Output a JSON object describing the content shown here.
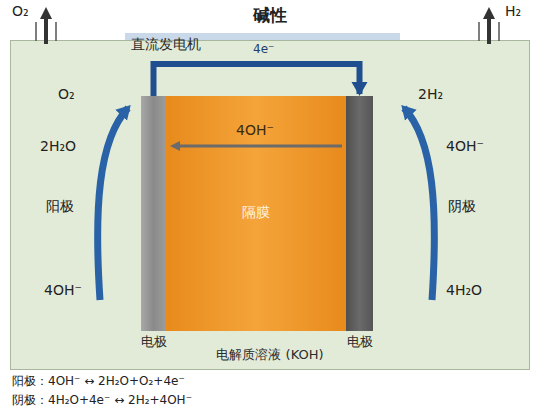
{
  "diagram": {
    "title": "碱性",
    "nodes": [
      {
        "text": [
          "直流发电机",
          "4e⁻"
        ]
      },
      {
        "text": [
          "电解质溶液 (KOH)"
        ]
      },
      {
        "text": [
          "电极"
        ],
        "in": 1
      },
      {
        "text": [
          "隔膜"
        ],
        "in": 1
      },
      {
        "text": [
          "电极"
        ],
        "in": 1
      }
    ],
    "edges": [
      {
        "from": 2,
        "to": 4,
        "arrow": "to"
      }
    ],
    "labels": [
      "O₂",
      "H₂",
      "O₂",
      "2H₂O",
      "阳极",
      "4OH⁻",
      "4OH⁻",
      "2H₂",
      "4OH⁻",
      "阴极",
      "4H₂O",
      "阳极：4OH⁻ ↔ 2H₂O+O₂+4e⁻",
      "阴极：4H₂O+4e⁻ ↔ 2H₂+4OH⁻"
    ]
  }
}
